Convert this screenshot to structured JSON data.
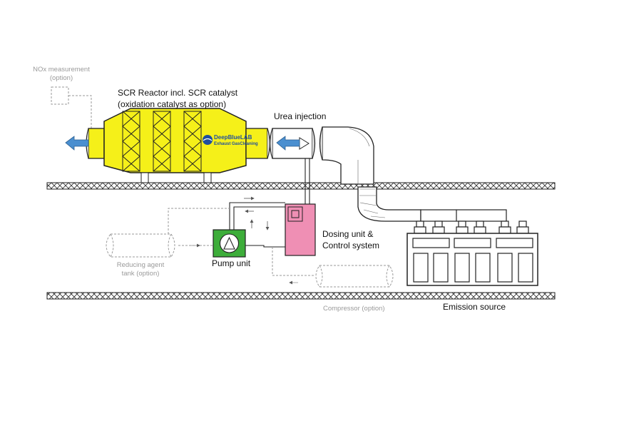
{
  "labels": {
    "nox_line1": "NOx measurement",
    "nox_line2": "(option)",
    "scr_line1": "SCR Reactor incl. SCR catalyst",
    "scr_line2": "(oxidation catalyst as option)",
    "urea": "Urea injection",
    "dosing_line1": "Dosing unit &",
    "dosing_line2": "Control system",
    "pump": "Pump unit",
    "tank_line1": "Reducing agent",
    "tank_line2": "tank (option)",
    "compressor": "Compressor (option)",
    "emission": "Emission source"
  },
  "logo": {
    "name": "DeepBlueLAB",
    "tagline": "Exhaust GasCleaning"
  },
  "colors": {
    "reactor": "#f5f019",
    "pump": "#3dad3a",
    "dosing": "#ef8fb4",
    "flow_arrow": "#4a8fd0",
    "optional": "#9a9a9a",
    "outline": "#222222"
  }
}
